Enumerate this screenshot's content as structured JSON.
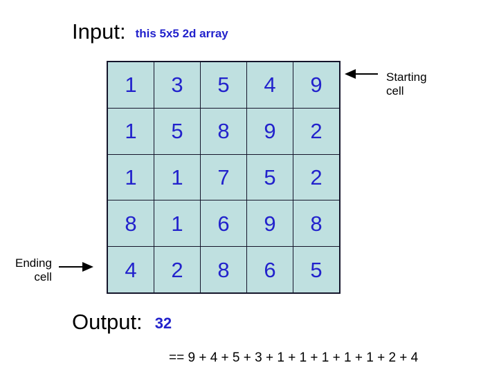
{
  "input_section": {
    "label": "Input:",
    "note": "this 5x5 2d array"
  },
  "grid": {
    "rows": 5,
    "cols": 5,
    "cell_fill_color": "#bfe0e0",
    "cell_border_color": "#14142a",
    "number_color": "#2222cc",
    "values": [
      [
        1,
        3,
        5,
        4,
        9
      ],
      [
        1,
        5,
        8,
        9,
        2
      ],
      [
        1,
        1,
        7,
        5,
        2
      ],
      [
        8,
        1,
        6,
        9,
        8
      ],
      [
        4,
        2,
        8,
        6,
        5
      ]
    ]
  },
  "annotations": {
    "starting_cell": {
      "line1": "Starting",
      "line2": "cell",
      "arrow_icon": "arrow-left-icon",
      "points_to_row": 0,
      "points_to_col": 4
    },
    "ending_cell": {
      "line1": "Ending",
      "line2": "cell",
      "arrow_icon": "arrow-right-icon",
      "points_to_row": 4,
      "points_to_col": 0
    }
  },
  "output_section": {
    "label": "Output:",
    "value": "32",
    "expression": "== 9 + 4 + 5 + 3 + 1 + 1 + 1 + 1 + 1 + 2 + 4"
  }
}
